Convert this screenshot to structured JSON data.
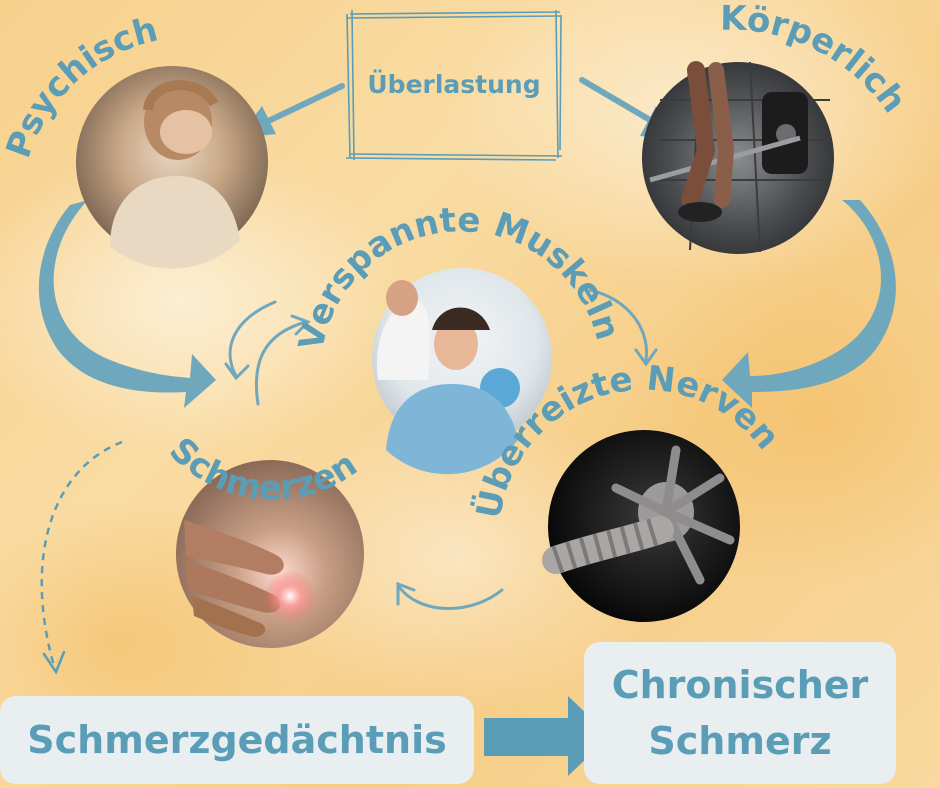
{
  "nodes": {
    "top": "Überlastung",
    "left": "Psychisch",
    "right": "Körperlich",
    "center": "Verspannte Muskeln",
    "pain": "Schmerzen",
    "nerves": "Überreizte Nerven",
    "memory": "Schmerzgedächtnis",
    "chronic_line1": "Chronischer",
    "chronic_line2": "Schmerz"
  },
  "colors": {
    "accent": "#5b9db7",
    "arrow": "#6fa7bd",
    "box": "#e9eff1",
    "background": "#f7d393"
  },
  "images": {
    "psychisch": "stressed-woman-photo",
    "koerperlich": "weightlifting-barbell-photo",
    "muskeln": "neck-massage-photo",
    "nerven": "neuron-render-photo",
    "schmerzen": "hands-on-aching-side-photo"
  }
}
